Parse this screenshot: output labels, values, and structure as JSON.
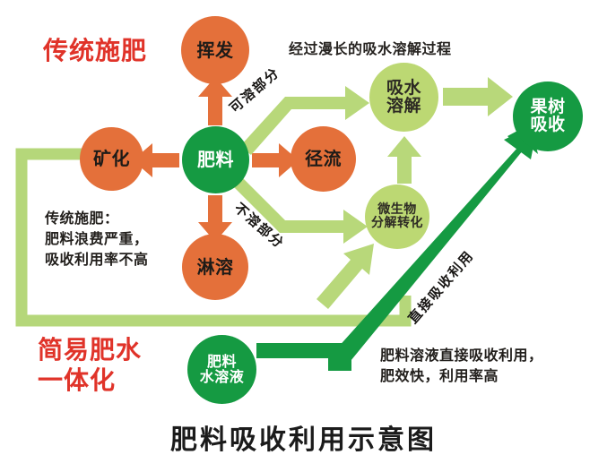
{
  "diagram": {
    "title": "肥料吸收利用示意图",
    "section_headings": [
      {
        "id": "traditional",
        "text": "传统施肥",
        "color": "#e03329"
      },
      {
        "id": "integrated",
        "line1": "简易肥水",
        "line2": "一体化",
        "color": "#e03329"
      }
    ],
    "top_note": "经过漫长的吸水溶解过程",
    "nodes": [
      {
        "id": "volatilization",
        "label": "挥发",
        "style": "orange"
      },
      {
        "id": "mineralization",
        "label": "矿化",
        "style": "orange"
      },
      {
        "id": "fertilizer",
        "label": "肥料",
        "style": "darkgreen"
      },
      {
        "id": "runoff",
        "label": "径流",
        "style": "orange"
      },
      {
        "id": "leaching",
        "label": "淋溶",
        "style": "orange"
      },
      {
        "id": "water-dissolve",
        "line1": "吸水",
        "line2": "溶解",
        "style": "lightgreen"
      },
      {
        "id": "microbial",
        "line1": "微生物",
        "line2": "分解转化",
        "style": "lightgreen"
      },
      {
        "id": "tree-uptake",
        "line1": "果树",
        "line2": "吸收",
        "style": "darkgreen"
      },
      {
        "id": "fertilizer-solution",
        "line1": "肥料",
        "line2": "水溶液",
        "style": "darkgreen"
      }
    ],
    "flow_labels": [
      {
        "id": "soluble-part",
        "text": "可溶部分"
      },
      {
        "id": "insoluble-part",
        "text": "不溶部分"
      },
      {
        "id": "direct-uptake",
        "text": "直接吸收利用"
      }
    ],
    "notes": [
      {
        "id": "traditional-note",
        "lines": [
          "传统施肥：",
          "肥料浪费严重，",
          "吸收利用率不高"
        ]
      },
      {
        "id": "integrated-note",
        "lines": [
          "肥料溶液直接吸收利用，",
          "肥效快，利用率高"
        ]
      }
    ],
    "colors": {
      "orange": "#e4703a",
      "dark_green": "#159a42",
      "light_green": "#bcd873",
      "arrow_light_green": "#b8d87a",
      "arrow_orange": "#e4703a",
      "heading_red": "#e03329",
      "bracket_green": "#b5d77a",
      "background": "#ffffff",
      "text_dark": "#1b1b1b"
    }
  }
}
